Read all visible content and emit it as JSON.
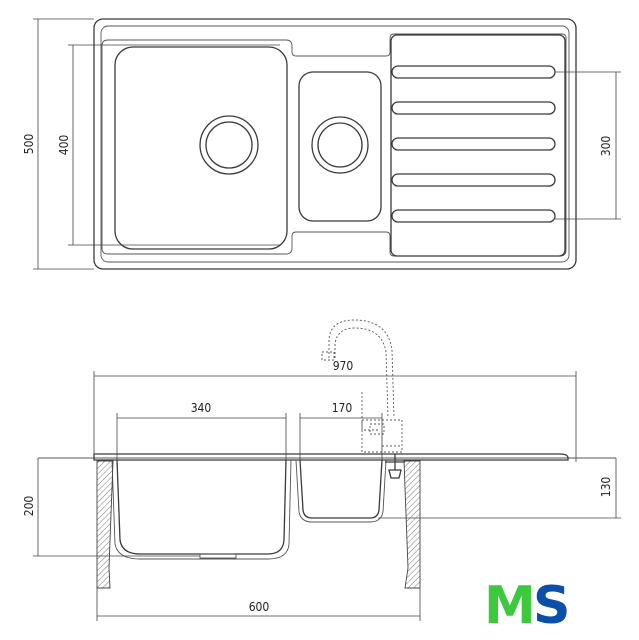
{
  "top_view": {
    "dim_width": "500",
    "dim_bowl_height": "400",
    "dim_drainer": "300"
  },
  "side_view": {
    "dim_total": "970",
    "dim_big_bowl": "340",
    "dim_small_bowl": "170",
    "dim_depth": "200",
    "dim_small_depth": "130",
    "dim_cabinet": "600"
  },
  "logo": {
    "left": "M",
    "right": "S",
    "left_color": "#3cc93c",
    "right_color": "#0a4fa8"
  },
  "colors": {
    "line": "#3a3a3a",
    "hatch": "#777777"
  }
}
